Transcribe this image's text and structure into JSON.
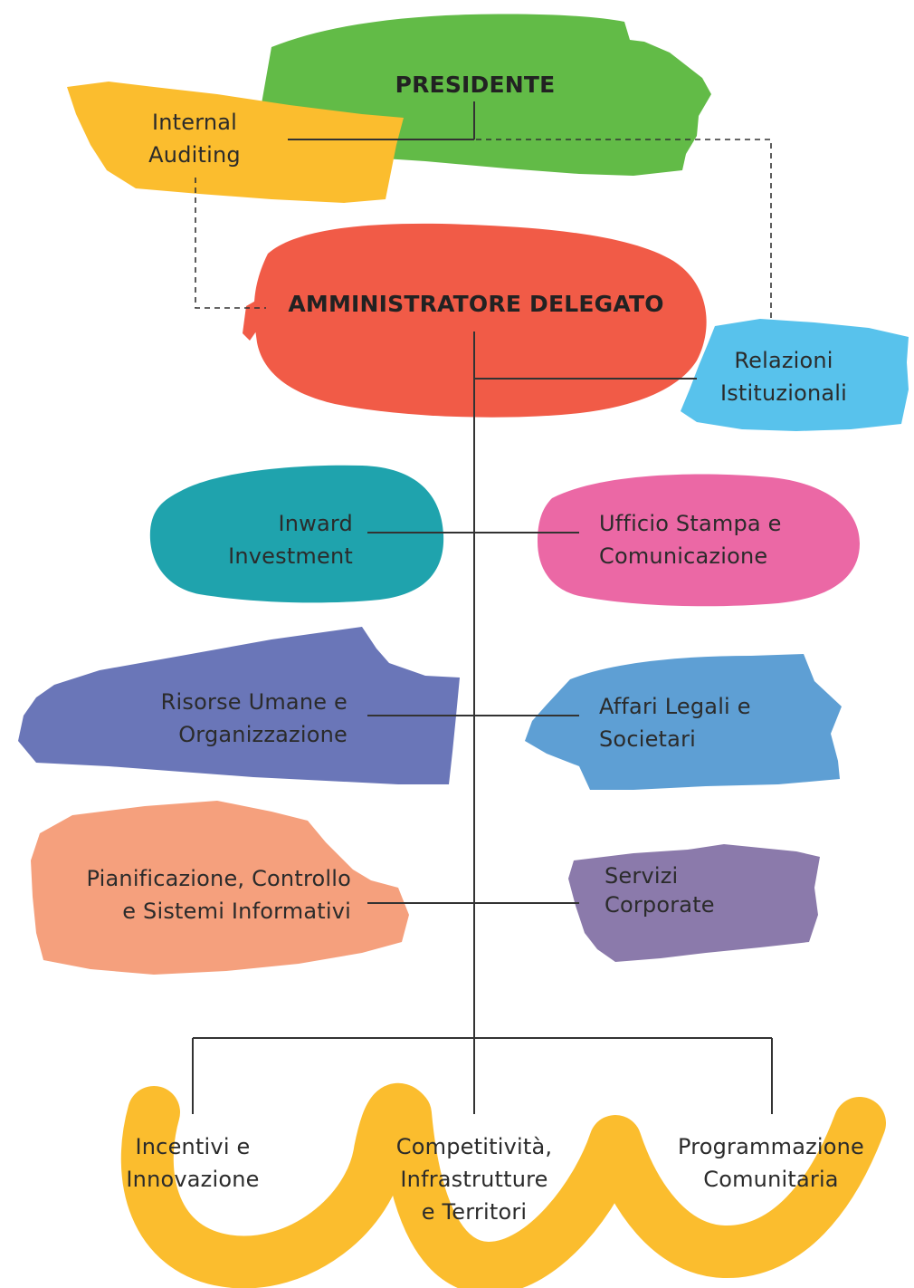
{
  "colors": {
    "presidente": "#62bb47",
    "internal_auditing": "#fbbd2e",
    "amministratore": "#f15b47",
    "relazioni": "#58c2ec",
    "inward": "#1fa3ad",
    "ufficio": "#eb68a5",
    "risorse": "#6a76b8",
    "affari": "#5e9fd4",
    "pianificazione": "#f5a07d",
    "servizi": "#8b7aab",
    "bottom_band": "#fbbd2e",
    "line": "#333333"
  },
  "nodes": {
    "presidente": {
      "lines": [
        "PRESIDENTE"
      ]
    },
    "internal_auditing": {
      "lines": [
        "Internal",
        "Auditing"
      ]
    },
    "amministratore": {
      "lines": [
        "AMMINISTRATORE DELEGATO"
      ]
    },
    "relazioni": {
      "lines": [
        "Relazioni",
        "Istituzionali"
      ]
    },
    "inward": {
      "lines": [
        "Inward",
        "Investment"
      ]
    },
    "ufficio": {
      "lines": [
        "Ufficio Stampa e",
        "Comunicazione"
      ]
    },
    "risorse": {
      "lines": [
        "Risorse Umane e",
        "Organizzazione"
      ]
    },
    "affari": {
      "lines": [
        "Affari Legali e",
        "Societari"
      ]
    },
    "pianificazione": {
      "lines": [
        "Pianificazione, Controllo",
        "e Sistemi Informativi"
      ]
    },
    "servizi": {
      "lines": [
        "Servizi",
        "Corporate"
      ]
    },
    "incentivi": {
      "lines": [
        "Incentivi e",
        "Innovazione"
      ]
    },
    "competitivita": {
      "lines": [
        "Competitività,",
        "Infrastrutture",
        "e Territori"
      ]
    },
    "programmazione": {
      "lines": [
        "Programmazione",
        "Comunitaria"
      ]
    }
  }
}
